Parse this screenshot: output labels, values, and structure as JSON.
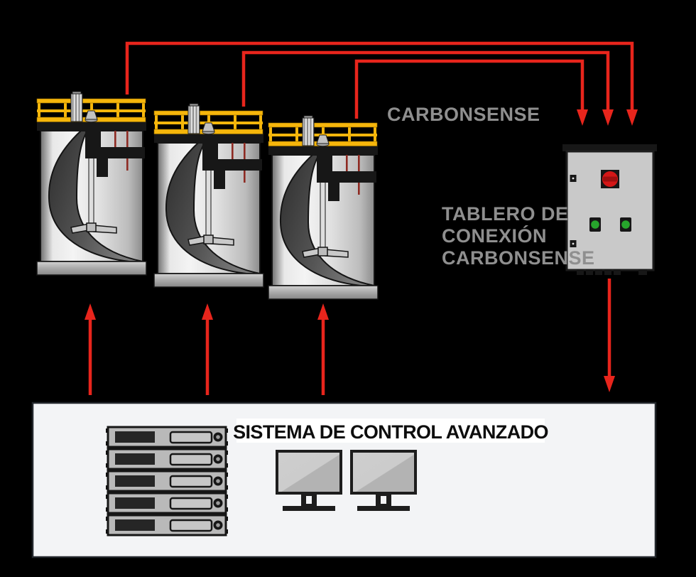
{
  "colors": {
    "background": "#000000",
    "accent_red": "#e8251c",
    "dark_red": "#8e2a22",
    "rail_yellow": "#f6b60b",
    "label_gray": "#8f8f8f",
    "panel_bg": "#f3f4f6",
    "title_color": "#0d0d0d",
    "band_white": "#ffffff"
  },
  "labels": {
    "sensor": "CARBONSENSE",
    "connection_panel_line1": "TABLERO DE",
    "connection_panel_line2": "CONEXIÓN",
    "connection_panel_line3": "CARBONSENSE",
    "control_system": "SISTEMA DE CONTROL AVANZADO"
  },
  "figures": {
    "tank_count": 3,
    "server_unit_count": 5,
    "monitor_count": 2
  }
}
